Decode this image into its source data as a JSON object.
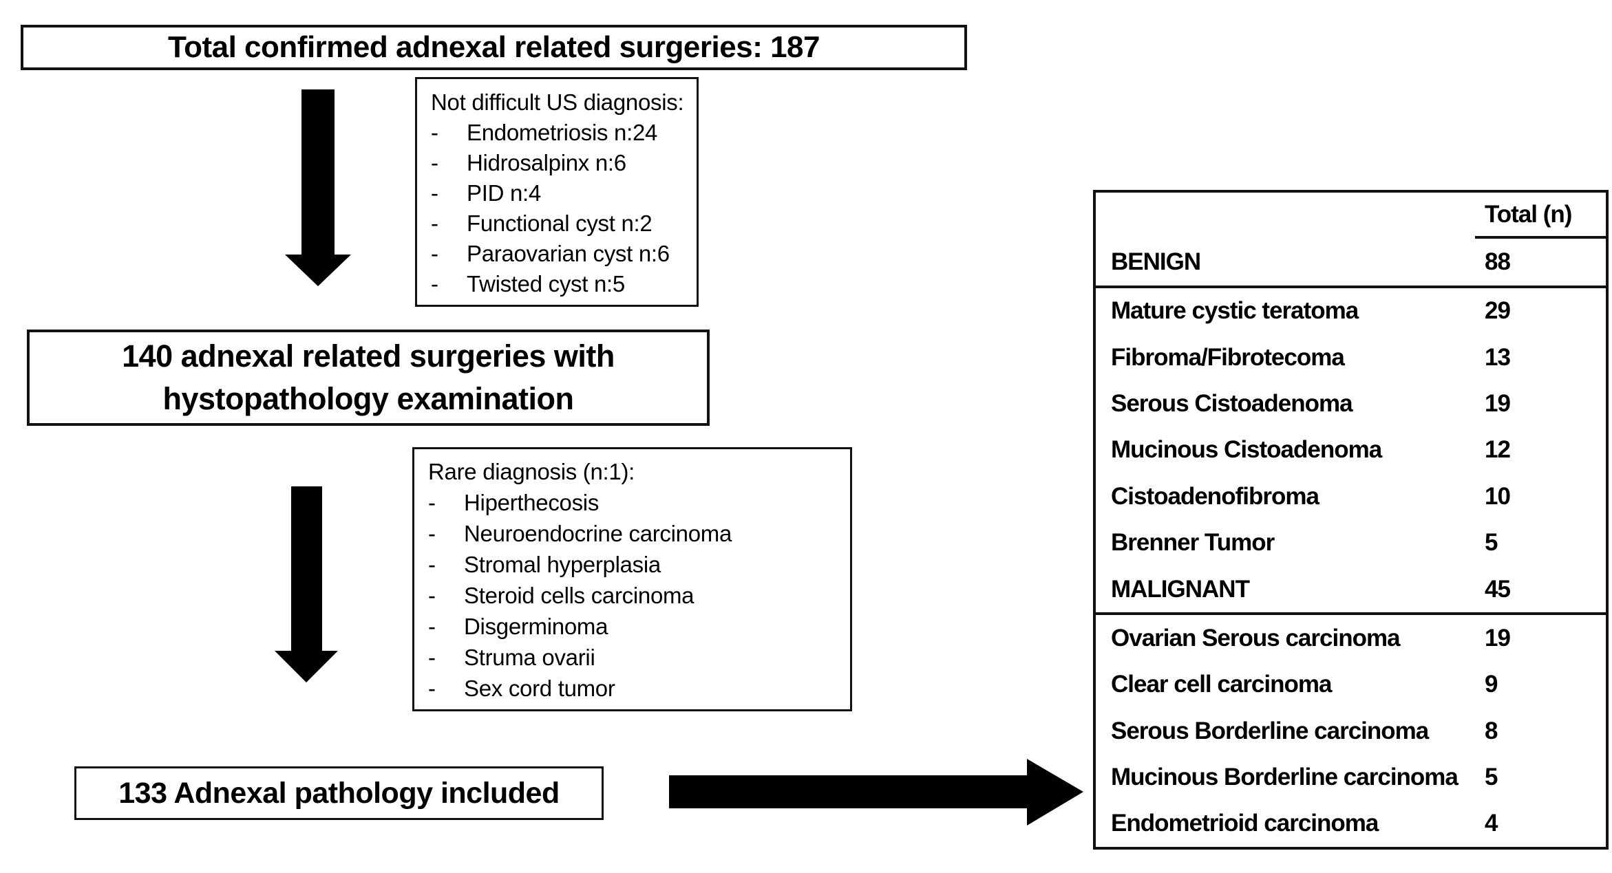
{
  "colors": {
    "ink": "#000000",
    "border": "#111111",
    "background": "#ffffff"
  },
  "icons": [
    "arrow-down-icon",
    "arrow-down-icon",
    "arrow-right-icon"
  ],
  "flowchart": {
    "dash": "-",
    "box_total": {
      "label": "Total confirmed adnexal related surgeries: 187"
    },
    "box_us": {
      "title": "Not difficult US diagnosis:",
      "items": [
        "Endometriosis n:24",
        "Hidrosalpinx n:6",
        "PID n:4",
        "Functional cyst n:2",
        "Paraovarian cyst n:6",
        "Twisted cyst n:5"
      ]
    },
    "box_140": {
      "line1": "140 adnexal related surgeries with",
      "line2": "hystopathology examination"
    },
    "box_rare": {
      "title": "Rare diagnosis (n:1):",
      "items": [
        "Hiperthecosis",
        "Neuroendocrine carcinoma",
        "Stromal hyperplasia",
        "Steroid cells carcinoma",
        "Disgerminoma",
        "Struma ovarii",
        "Sex cord tumor"
      ]
    },
    "box_133": {
      "label": "133 Adnexal pathology included"
    }
  },
  "table": {
    "header": "Total (n)",
    "rows": [
      {
        "label": "BENIGN",
        "value": "88"
      },
      {
        "label": "Mature cystic teratoma",
        "value": "29"
      },
      {
        "label": "Fibroma/Fibrotecoma",
        "value": "13"
      },
      {
        "label": "Serous Cistoadenoma",
        "value": "19"
      },
      {
        "label": "Mucinous Cistoadenoma",
        "value": "12"
      },
      {
        "label": "Cistoadenofibroma",
        "value": "10"
      },
      {
        "label": "Brenner Tumor",
        "value": "5"
      },
      {
        "label": "MALIGNANT",
        "value": "45"
      },
      {
        "label": "Ovarian Serous carcinoma",
        "value": "19"
      },
      {
        "label": "Clear cell carcinoma",
        "value": "9"
      },
      {
        "label": "Serous Borderline carcinoma",
        "value": "8"
      },
      {
        "label": "Mucinous Borderline carcinoma",
        "value": "5"
      },
      {
        "label": "Endometrioid carcinoma",
        "value": "4"
      }
    ]
  }
}
